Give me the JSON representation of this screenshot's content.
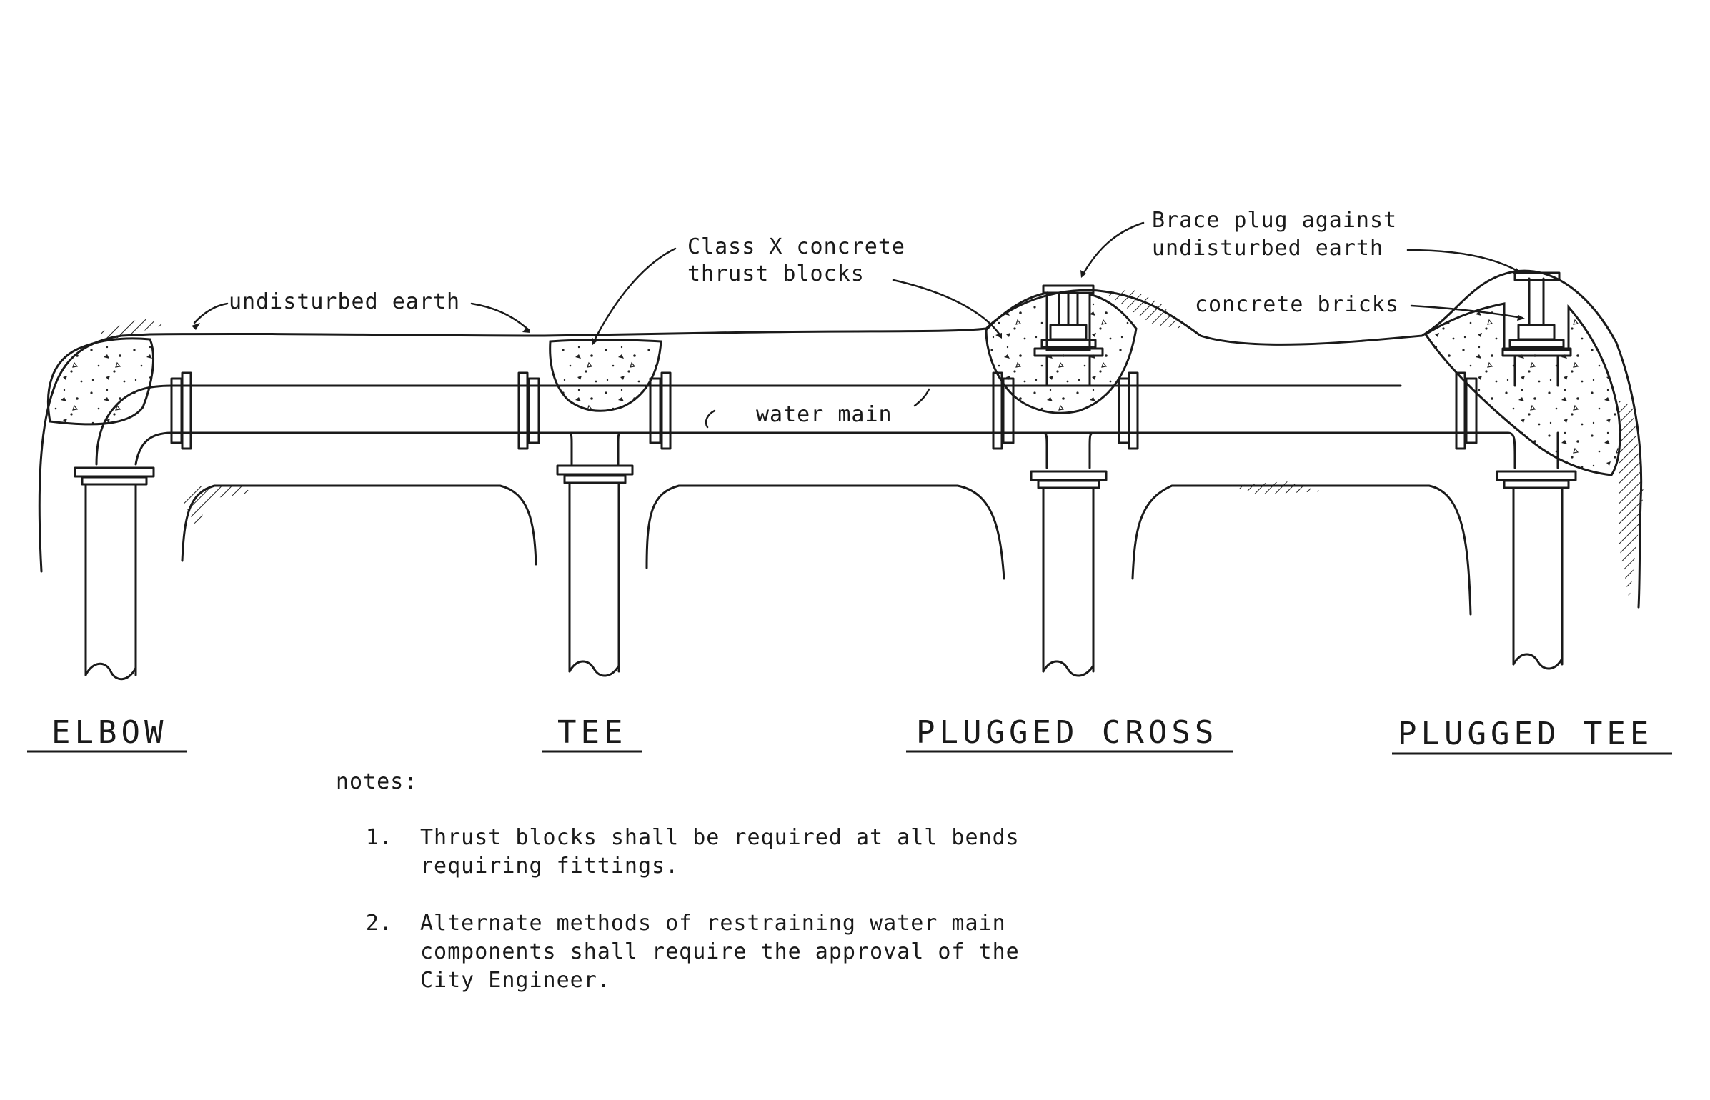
{
  "callouts": {
    "undisturbed_earth": "undisturbed earth",
    "thrust_blocks_line1": "Class X concrete",
    "thrust_blocks_line2": "thrust blocks",
    "water_main": "water main",
    "brace_plug_line1": "Brace plug against",
    "brace_plug_line2": "undisturbed earth",
    "concrete_bricks": "concrete bricks"
  },
  "fittings": [
    {
      "title": "ELBOW"
    },
    {
      "title": "TEE"
    },
    {
      "title": "PLUGGED CROSS"
    },
    {
      "title": "PLUGGED TEE"
    }
  ],
  "notes": {
    "heading": "notes:",
    "items": [
      {
        "number": "1.",
        "text": "Thrust blocks shall be required at all bends requiring fittings."
      },
      {
        "number": "2.",
        "text": "Alternate methods of restraining water main components shall require the approval of the City Engineer."
      }
    ]
  }
}
